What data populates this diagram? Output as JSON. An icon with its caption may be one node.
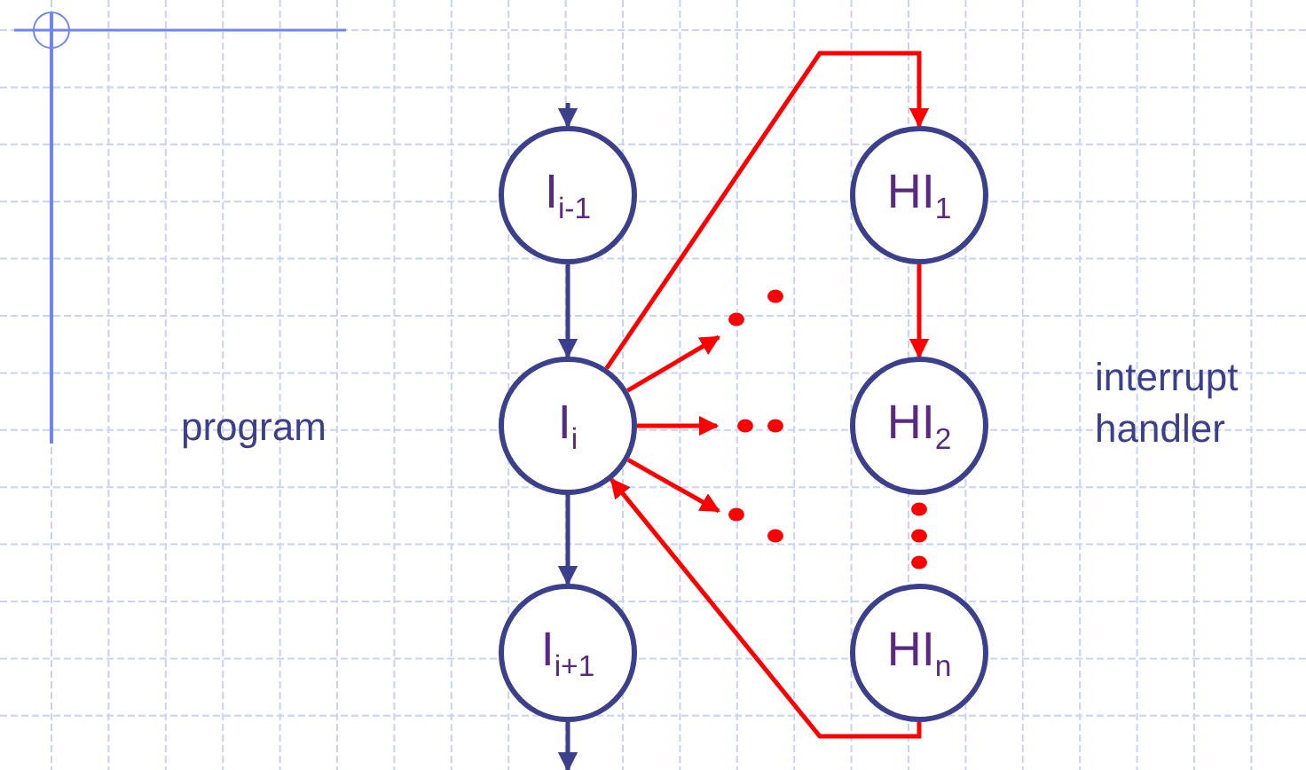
{
  "diagram": {
    "nodes": [
      {
        "text": [
          "I$_{i-1}$"
        ]
      },
      {
        "text": [
          "I$_{i}$"
        ]
      },
      {
        "text": [
          "I$_{i+1}$"
        ]
      },
      {
        "text": [
          "HI$_{1}$"
        ]
      },
      {
        "text": [
          "HI$_{2}$"
        ]
      },
      {
        "text": [
          "HI$_{n}$"
        ]
      },
      {
        "text": [],
        "shape": "dots"
      },
      {
        "text": [],
        "shape": "dots"
      },
      {
        "text": [],
        "shape": "dots"
      }
    ],
    "edges": [
      {
        "from": null,
        "to": 0,
        "arrow": "to",
        "color": "#3c3f8c"
      },
      {
        "from": 0,
        "to": 1,
        "arrow": "to",
        "color": "#3c3f8c"
      },
      {
        "from": 1,
        "to": 2,
        "arrow": "to",
        "color": "#3c3f8c"
      },
      {
        "from": 2,
        "to": null,
        "arrow": "to",
        "color": "#3c3f8c"
      },
      {
        "from": 1,
        "to": 3,
        "arrow": "to"
      },
      {
        "from": 3,
        "to": 4,
        "arrow": "to"
      },
      {
        "from": 5,
        "to": 1,
        "arrow": "to"
      },
      {
        "from": 1,
        "to": 6,
        "arrow": "to"
      },
      {
        "from": 1,
        "to": 7,
        "arrow": "to"
      },
      {
        "from": 1,
        "to": 8,
        "arrow": "to"
      }
    ],
    "labels": [
      "program",
      "interrupt handler"
    ]
  }
}
